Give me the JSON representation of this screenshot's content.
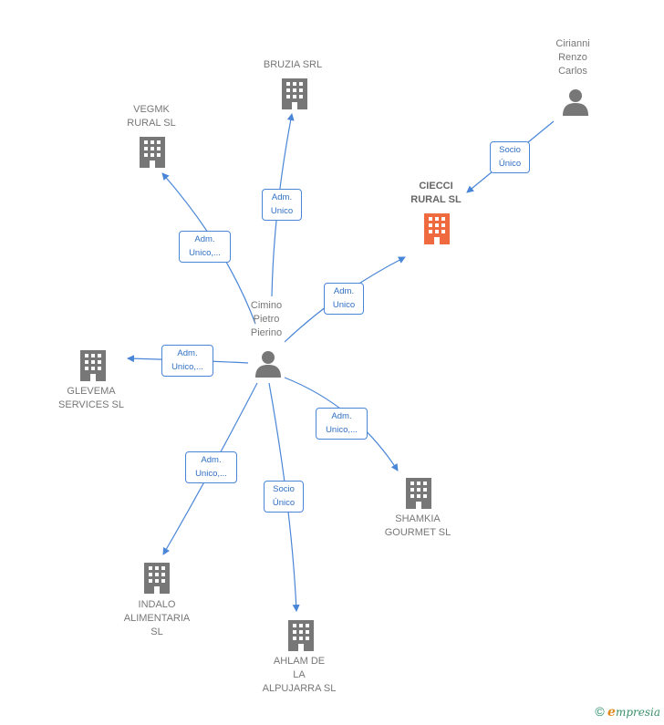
{
  "nodes": {
    "cirianni": "Cirianni\nRenzo\nCarlos",
    "bruzia": "BRUZIA SRL",
    "vegmk": "VEGMK\nRURAL  SL",
    "ciecci": "CIECCI\nRURAL  SL",
    "cimino": "Cimino\nPietro\nPierino",
    "glevema": "GLEVEMA\nSERVICES  SL",
    "shamkia": "SHAMKIA\nGOURMET  SL",
    "indalo": "INDALO\nALIMENTARIA\nSL",
    "ahlam": "AHLAM DE\nLA\nALPUJARRA SL"
  },
  "relations": {
    "cirianni_ciecci": "Socio\nÚnico",
    "cimino_bruzia": "Adm.\nUnico",
    "cimino_vegmk": "Adm.\nUnico,...",
    "cimino_ciecci": "Adm.\nUnico",
    "cimino_glevema": "Adm.\nUnico,...",
    "cimino_shamkia": "Adm.\nUnico,...",
    "cimino_indalo": "Adm.\nUnico,...",
    "cimino_ahlam": "Socio\nÚnico"
  },
  "colors": {
    "edge": "#4a86d8",
    "building": "#777777",
    "building_highlight": "#f06a3f",
    "person": "#777777"
  },
  "icons": {
    "building": "building-icon",
    "person": "person-icon"
  },
  "footer": {
    "copyright": "©",
    "brand_initial": "e",
    "brand_rest": "mpresia"
  }
}
